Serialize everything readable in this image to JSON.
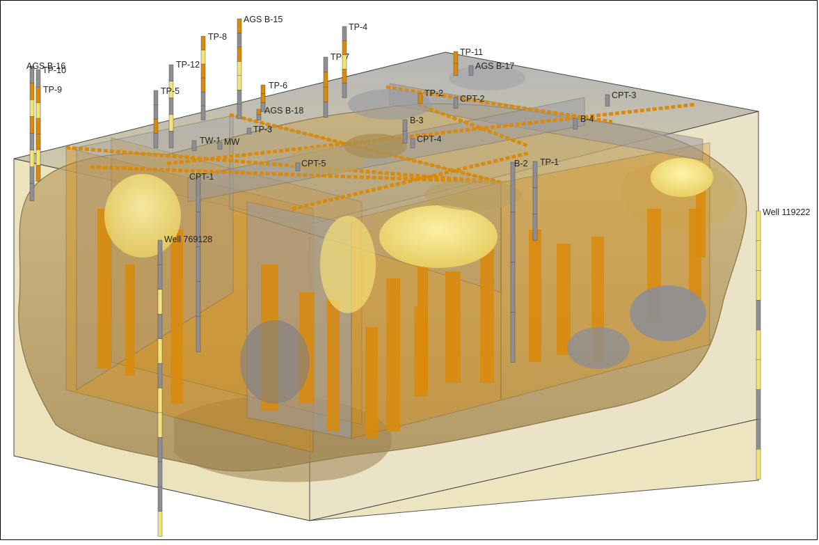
{
  "model": {
    "colors": {
      "background": "#ffffff",
      "block_outline": "#3a3a3a",
      "block_face": "#d8cfa6",
      "block_bottom": "#ece5bf",
      "outer_soil": "#c9a66b",
      "soil_body": "#b79f67",
      "orange_unit": "#d98a0a",
      "yellow_unit": "#f4e27a",
      "grey_unit": "#8e8e94",
      "label": "#222222"
    },
    "boreholes": [
      {
        "id": "agsb16",
        "label": "AGS B-16",
        "pattern": [
          "gry",
          "orn",
          "yel",
          "orn",
          "gry",
          "yel",
          "gry",
          "gry"
        ]
      },
      {
        "id": "tp10",
        "label": "TP-10",
        "pattern": [
          "gry",
          "orn",
          "orn",
          "yel",
          "orn"
        ]
      },
      {
        "id": "tp9",
        "label": "TP-9",
        "pattern": [
          "orn",
          "yel",
          "orn",
          "orn",
          "yel",
          "orn"
        ]
      },
      {
        "id": "tp12",
        "label": "TP-12",
        "pattern": [
          "gry",
          "yel",
          "gry",
          "yel",
          "gry"
        ]
      },
      {
        "id": "tp5",
        "label": "TP-5",
        "pattern": [
          "gry",
          "gry",
          "orn",
          "gry"
        ]
      },
      {
        "id": "tp8",
        "label": "TP-8",
        "pattern": [
          "orn",
          "yel",
          "orn",
          "orn",
          "gry",
          "gry"
        ]
      },
      {
        "id": "agsb15",
        "label": "AGS B-15",
        "pattern": [
          "orn",
          "gry",
          "orn",
          "yel",
          "yel",
          "gry",
          "gry"
        ]
      },
      {
        "id": "tp6",
        "label": "TP-6",
        "pattern": [
          "orn",
          "orn",
          "gry"
        ]
      },
      {
        "id": "agsb18",
        "label": "AGS B-18",
        "pattern": [
          "orn",
          "gry"
        ]
      },
      {
        "id": "tp7",
        "label": "TP-7",
        "pattern": [
          "gry",
          "orn",
          "orn",
          "gry"
        ]
      },
      {
        "id": "tp4",
        "label": "TP-4",
        "pattern": [
          "gry",
          "orn",
          "yel",
          "orn",
          "gry"
        ]
      },
      {
        "id": "tp3",
        "label": "TP-3",
        "pattern": [
          "gry"
        ]
      },
      {
        "id": "tw1",
        "label": "TW-1",
        "pattern": [
          "gry"
        ]
      },
      {
        "id": "mw",
        "label": "MW",
        "pattern": [
          "gry"
        ]
      },
      {
        "id": "tp11",
        "label": "TP-11",
        "pattern": [
          "orn",
          "orn"
        ]
      },
      {
        "id": "agsb17",
        "label": "AGS B-17",
        "pattern": [
          "gry"
        ]
      },
      {
        "id": "tp2",
        "label": "TP-2",
        "pattern": [
          "orn"
        ]
      },
      {
        "id": "cpt2",
        "label": "CPT-2",
        "pattern": [
          "gry"
        ]
      },
      {
        "id": "cpt3",
        "label": "CPT-3",
        "pattern": [
          "gry"
        ]
      },
      {
        "id": "b3",
        "label": "B-3",
        "pattern": [
          "gry",
          "gry"
        ]
      },
      {
        "id": "b4",
        "label": "B-4",
        "pattern": [
          "gry"
        ]
      },
      {
        "id": "cpt4",
        "label": "CPT-4",
        "pattern": [
          "gry"
        ]
      },
      {
        "id": "cpt5",
        "label": "CPT-5",
        "pattern": [
          "gry"
        ]
      },
      {
        "id": "b2",
        "label": "B-2",
        "pattern": [
          "gry",
          "gry",
          "gry",
          "gry"
        ]
      },
      {
        "id": "tp1",
        "label": "TP-1",
        "pattern": [
          "gry",
          "gry",
          "gry"
        ]
      },
      {
        "id": "cpt1",
        "label": "CPT-1",
        "pattern": [
          "gry",
          "gry",
          "gry",
          "gry",
          "gry"
        ]
      },
      {
        "id": "well769128",
        "label": "Well 769128",
        "pattern": [
          "gry",
          "gry",
          "yel",
          "gry",
          "yel",
          "gry",
          "yel",
          "yel",
          "gry",
          "gry",
          "gry",
          "yel"
        ]
      },
      {
        "id": "well119222",
        "label": "Well 119222",
        "pattern": [
          "yel",
          "yel",
          "yel",
          "gry",
          "yel",
          "yel",
          "gry",
          "gry",
          "yel"
        ]
      }
    ]
  }
}
